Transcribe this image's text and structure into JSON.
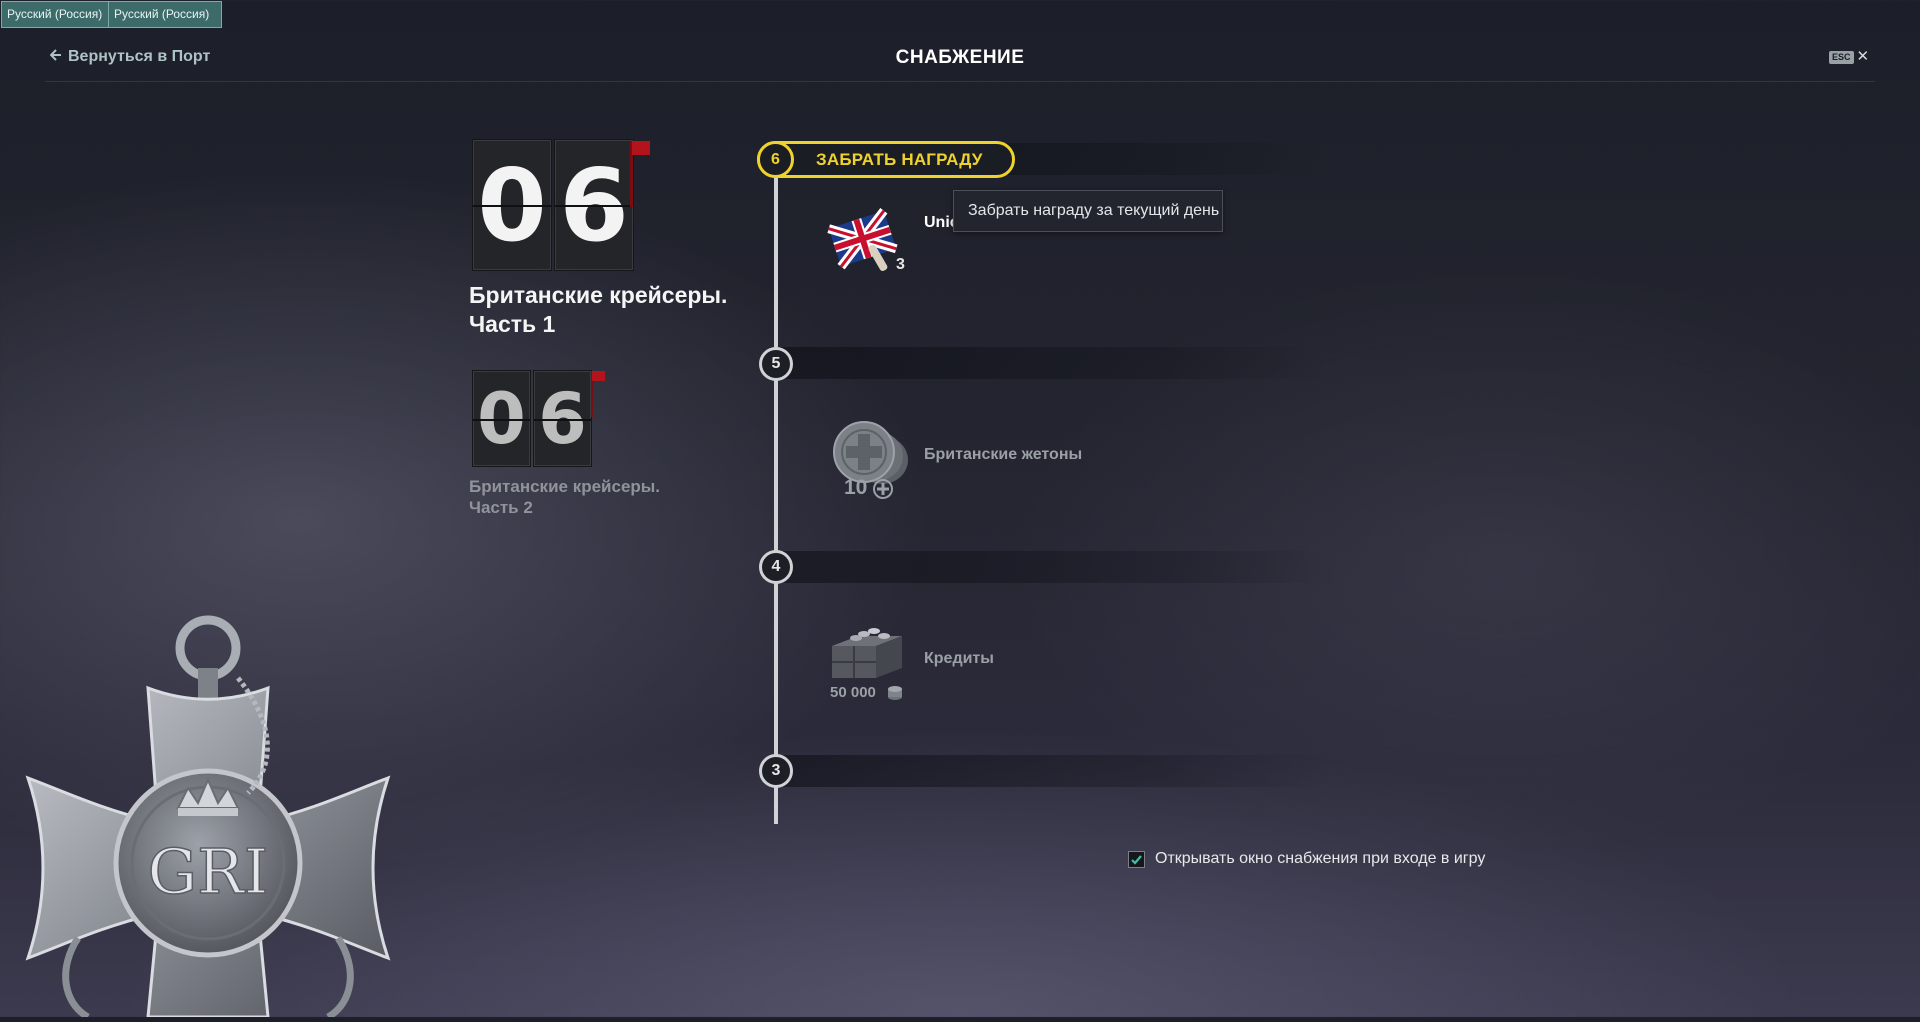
{
  "lang_buttons": [
    "Русский (Россия)",
    "Русский (Россия)"
  ],
  "header": {
    "back_label": "Вернуться в Порт",
    "title": "СНАБЖЕНИЕ",
    "esc_label": "ESC"
  },
  "seasons": [
    {
      "digits": [
        "0",
        "6"
      ],
      "title_line1": "Британские крейсеры.",
      "title_line2": "Часть 1",
      "active": true
    },
    {
      "digits": [
        "0",
        "6"
      ],
      "title_line1": "Британские крейсеры.",
      "title_line2": "Часть 2",
      "active": false
    }
  ],
  "timeline": {
    "claim_label": "ЗАБРАТЬ НАГРАДУ",
    "tooltip": "Забрать награду за текущий день",
    "days": [
      {
        "day": "6",
        "reward_name": "Unio",
        "quantity": "3",
        "icon": "union-flag-icon"
      },
      {
        "day": "5",
        "reward_name": "Британские жетоны",
        "quantity": "10",
        "icon": "british-tokens-icon"
      },
      {
        "day": "4",
        "reward_name": "Кредиты",
        "quantity": "50 000",
        "icon": "credits-crate-icon"
      },
      {
        "day": "3"
      }
    ]
  },
  "settings": {
    "open_on_login_label": "Открывать окно снабжения при входе в игру",
    "open_on_login_checked": true
  },
  "emblem": {
    "monogram": "GRI",
    "icon": "anchor-cross-medal-icon"
  },
  "colors": {
    "accent": "#f0d22c",
    "flag": "#b3131b",
    "lang_button": "#3d6b6a"
  }
}
